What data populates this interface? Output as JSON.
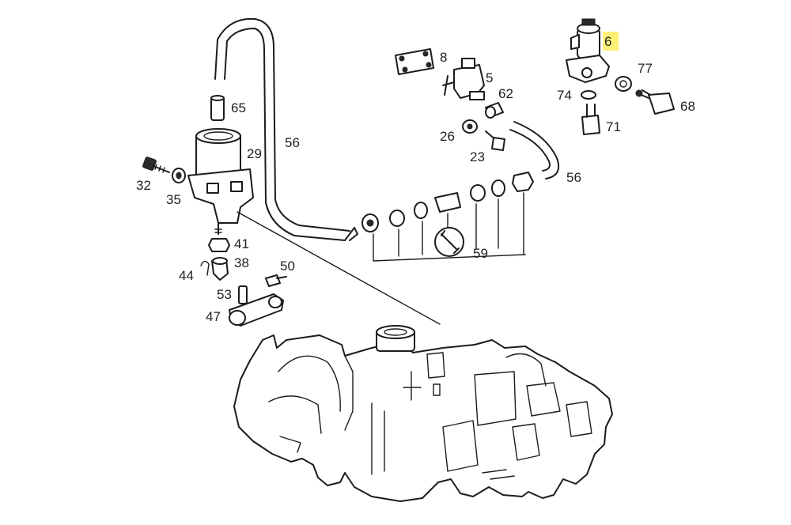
{
  "highlight_color": "#fff176",
  "highlighted_part": "6",
  "callouts": [
    {
      "id": "6",
      "text": "6"
    },
    {
      "id": "8",
      "text": "8"
    },
    {
      "id": "5",
      "text": "5"
    },
    {
      "id": "62",
      "text": "62"
    },
    {
      "id": "77",
      "text": "77"
    },
    {
      "id": "74",
      "text": "74"
    },
    {
      "id": "68",
      "text": "68"
    },
    {
      "id": "71",
      "text": "71"
    },
    {
      "id": "26",
      "text": "26"
    },
    {
      "id": "23",
      "text": "23"
    },
    {
      "id": "56a",
      "text": "56"
    },
    {
      "id": "56b",
      "text": "56"
    },
    {
      "id": "65",
      "text": "65"
    },
    {
      "id": "29",
      "text": "29"
    },
    {
      "id": "32",
      "text": "32"
    },
    {
      "id": "35",
      "text": "35"
    },
    {
      "id": "41",
      "text": "41"
    },
    {
      "id": "38",
      "text": "38"
    },
    {
      "id": "44",
      "text": "44"
    },
    {
      "id": "50",
      "text": "50"
    },
    {
      "id": "53",
      "text": "53"
    },
    {
      "id": "47",
      "text": "47"
    },
    {
      "id": "59",
      "text": "59"
    }
  ]
}
